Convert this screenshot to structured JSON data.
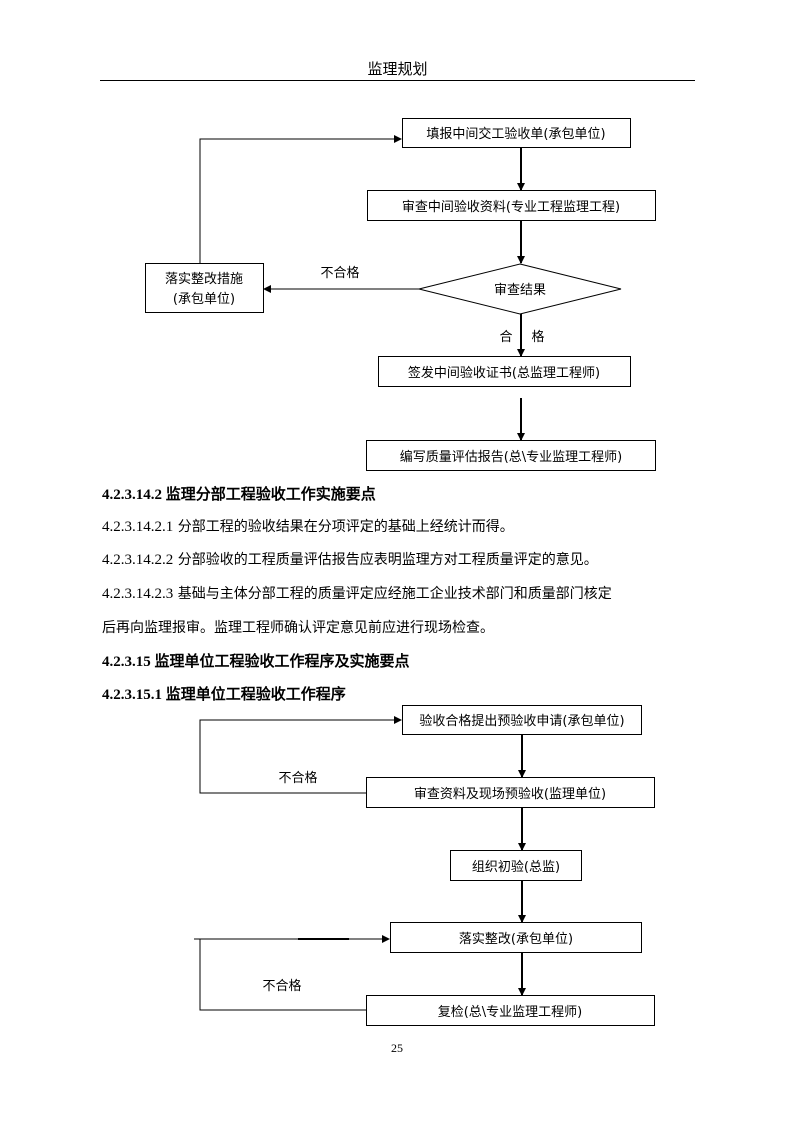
{
  "header": {
    "title": "监理规划"
  },
  "flow1": {
    "fill_form": "填报中间交工验收单(承包单位)",
    "review_docs": "审查中间验收资料(专业工程监理工程)",
    "review_result": "审查结果",
    "fail_label": "不合格",
    "pass_label_1": "合",
    "pass_label_2": "格",
    "rectify_line1": "落实整改措施",
    "rectify_line2": "(承包单位)",
    "issue_cert": "签发中间验收证书(总监理工程师)",
    "write_report": "编写质量评估报告(总\\专业监理工程师)"
  },
  "sections": {
    "h_14_2": "4.2.3.14.2 监理分部工程验收工作实施要点",
    "p1_num": "4.2.3.14.2.1",
    "p1_text": " 分部工程的验收结果在分项评定的基础上经统计而得。",
    "p2_num": "4.2.3.14.2.2",
    "p2_text": " 分部验收的工程质量评估报告应表明监理方对工程质量评定的意见。",
    "p3_num": "4.2.3.14.2.3",
    "p3_text_a": "  基础与主体分部工程的质量评定应经施工企业技术部门和质量部门核定",
    "p3_text_b": "后再向监理报审。监理工程师确认评定意见前应进行现场检查。",
    "h_15": "4.2.3.15 监理单位工程验收工作程序及实施要点",
    "h_15_1": "4.2.3.15.1 监理单位工程验收工作程序"
  },
  "flow2": {
    "apply": "验收合格提出预验收申请(承包单位)",
    "review_site": "审查资料及现场预验收(监理单位)",
    "fail_label_1": "不合格",
    "initial_check": "组织初验(总监)",
    "rectify": "落实整改(承包单位)",
    "fail_label_2": "不合格",
    "recheck": "复检(总\\专业监理工程师)"
  },
  "footer": {
    "page_number": "25"
  }
}
